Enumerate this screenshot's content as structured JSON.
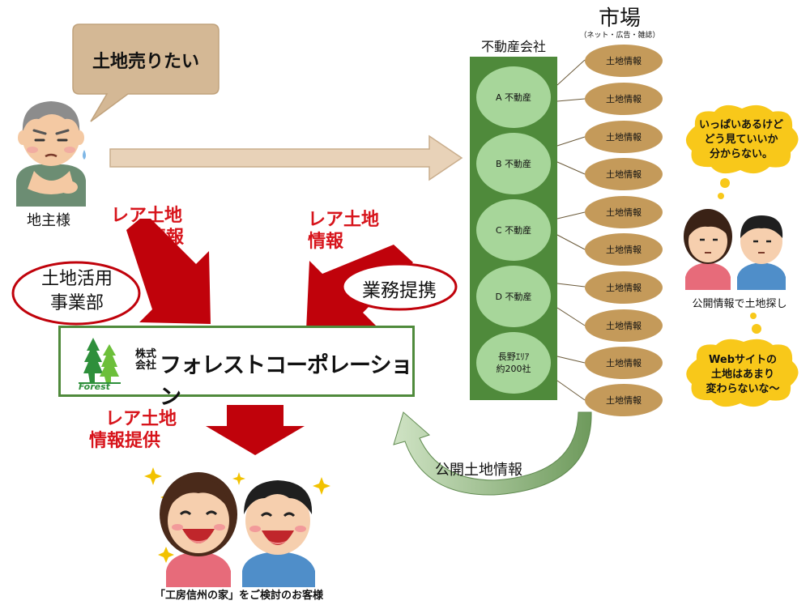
{
  "landowner": {
    "speech": "土地売りたい",
    "label": "地主様"
  },
  "rare_left": {
    "line1": "レア土地",
    "line2": "情報"
  },
  "rare_right": {
    "line1": "レア土地",
    "line2": "情報"
  },
  "land_use_dept": {
    "line1": "土地活用",
    "line2": "事業部"
  },
  "partnership": "業務提携",
  "company": {
    "kabushiki": "株式",
    "kaisha": "会社",
    "name": "フォレストコーポレーション",
    "logo_word": "Forest"
  },
  "rare_provide": {
    "line1": "レア土地",
    "line2": "情報提供"
  },
  "customers_label": "「工房信州の家」をご検討のお客様",
  "realestate": {
    "title": "不動産会社",
    "companies": [
      "A 不動産",
      "B 不動産",
      "C 不動産",
      "D 不動産"
    ],
    "nagano_line1": "長野ｴﾘｱ",
    "nagano_line2": "約200社"
  },
  "market": {
    "title": "市場",
    "subtitle": "（ネット・広告・雑誌）",
    "items": [
      "土地情報",
      "土地情報",
      "土地情報",
      "土地情報",
      "土地情報",
      "土地情報",
      "土地情報",
      "土地情報",
      "土地情報",
      "土地情報"
    ]
  },
  "public_info_arrow": "公開土地情報",
  "couple": {
    "thought": {
      "line1": "いっぱいあるけど",
      "line2": "どう見ていいか",
      "line3": "分からない。"
    },
    "label": "公開情報で土地探し",
    "thought2": {
      "line1": "Webサイトの",
      "line2": "土地はあまり",
      "line3": "変わらないな～"
    }
  },
  "colors": {
    "red_label": "#d7141b",
    "realestate_box": "#4f8a3b",
    "company_oval": "#a7d69a",
    "market_oval": "#c49a5a",
    "arrow_beige": "#e8d2b8",
    "cloud_yellow": "#f8c81a",
    "speech_tan": "#d4b895"
  }
}
